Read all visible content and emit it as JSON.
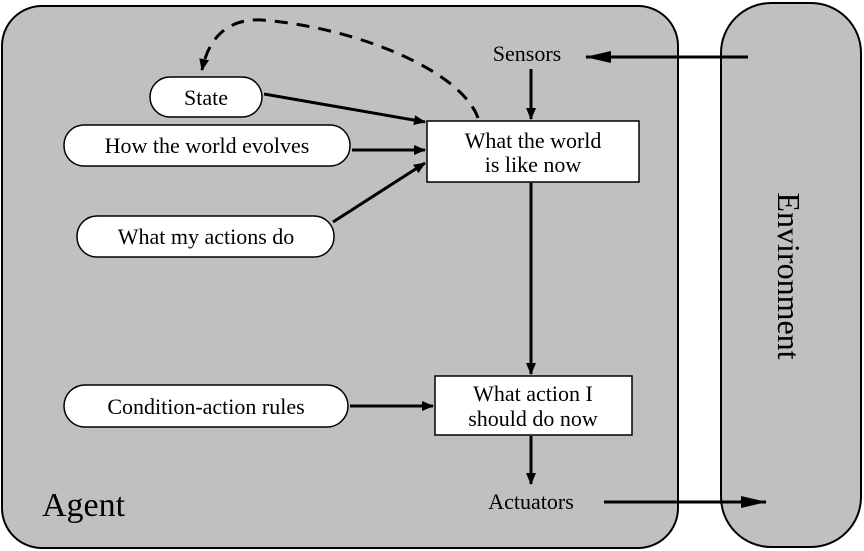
{
  "agent": {
    "label": "Agent"
  },
  "environment": {
    "label": "Environment"
  },
  "sensors": {
    "label": "Sensors"
  },
  "actuators": {
    "label": "Actuators"
  },
  "state": {
    "label": "State"
  },
  "world_evolves": {
    "label": "How the world evolves"
  },
  "my_actions": {
    "label": "What my actions do"
  },
  "rules": {
    "label": "Condition-action rules"
  },
  "world_now": {
    "line1": "What the world",
    "line2": "is like now"
  },
  "action_now": {
    "line1": "What action I",
    "line2": "should do now"
  },
  "colors": {
    "panel": "#c0c0c0",
    "box": "#ffffff",
    "ink": "#000000"
  }
}
